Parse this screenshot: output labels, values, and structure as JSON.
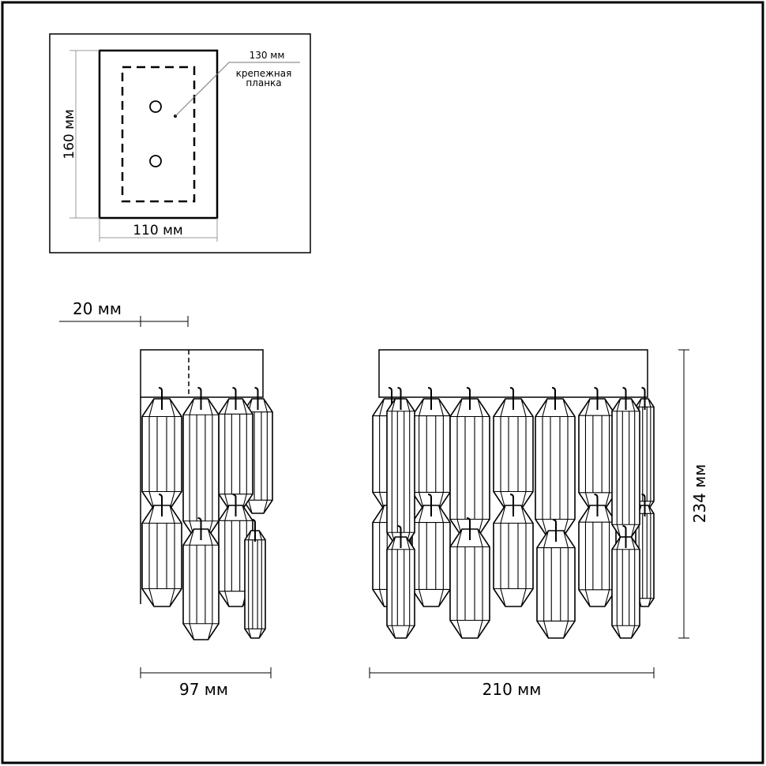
{
  "plate": {
    "height_label": "160 мм",
    "width_label": "110 мм",
    "bracket_size_label": "130 мм",
    "bracket_name_line1": "крепежная",
    "bracket_name_line2": "планка"
  },
  "side_view": {
    "depth_offset_label": "20 мм",
    "width_label": "97 мм"
  },
  "front_view": {
    "width_label": "210 мм",
    "height_label": "234 мм"
  },
  "colors": {
    "line": "#000000",
    "dim_line": "#9a9a9a",
    "background": "#ffffff"
  }
}
